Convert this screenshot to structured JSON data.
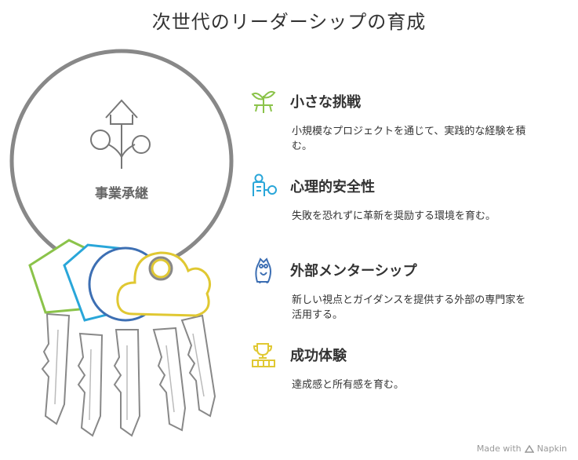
{
  "title": "次世代のリーダーシップの育成",
  "core": {
    "label": "事業承継",
    "icon": "house-branch-icon"
  },
  "items": [
    {
      "heading": "小さな挑戦",
      "desc": "小規模なプロジェクトを通じて、実践的な経験を積む。",
      "icon": "sprout-icon",
      "color": "#8bc34a"
    },
    {
      "heading": "心理的安全性",
      "desc": "失敗を恐れずに革新を奨励する環境を育む。",
      "icon": "person-bubble-icon",
      "color": "#29a6d9"
    },
    {
      "heading": "外部メンターシップ",
      "desc": "新しい視点とガイダンスを提供する外部の専門家を活用する。",
      "icon": "owl-icon",
      "color": "#3d6fb3"
    },
    {
      "heading": "成功体験",
      "desc": "達成感と所有感を育む。",
      "icon": "trophy-icon",
      "color": "#e0c832"
    }
  ],
  "footer": {
    "made_with": "Made with",
    "brand": "Napkin"
  }
}
